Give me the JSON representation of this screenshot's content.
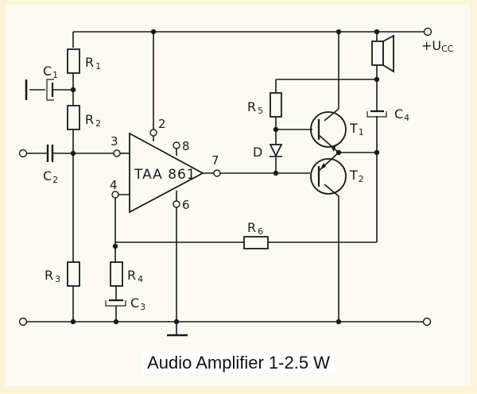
{
  "caption": "Audio Amplifier 1-2.5 W",
  "supply": {
    "label": "+U",
    "sub": "CC"
  },
  "ic": {
    "name": "TAA 861",
    "pins": [
      "2",
      "3",
      "4",
      "6",
      "7",
      "8"
    ]
  },
  "components": {
    "R1": {
      "letter": "R",
      "index": "1"
    },
    "R2": {
      "letter": "R",
      "index": "2"
    },
    "R3": {
      "letter": "R",
      "index": "3"
    },
    "R4": {
      "letter": "R",
      "index": "4"
    },
    "R5": {
      "letter": "R",
      "index": "5"
    },
    "R6": {
      "letter": "R",
      "index": "6"
    },
    "C1": {
      "letter": "C",
      "index": "1"
    },
    "C2": {
      "letter": "C",
      "index": "2"
    },
    "C3": {
      "letter": "C",
      "index": "3"
    },
    "C4": {
      "letter": "C",
      "index": "4"
    },
    "T1": {
      "letter": "T",
      "index": "1"
    },
    "T2": {
      "letter": "T",
      "index": "2"
    },
    "D": {
      "letter": "D"
    }
  },
  "icons": [
    "speaker-icon",
    "ground-icon",
    "npn-transistor-icon",
    "pnp-transistor-icon",
    "diode-icon"
  ],
  "colors": {
    "ink": "#1a1a1a",
    "paper": "#fcfbf3",
    "border": "#fdf3d6"
  }
}
